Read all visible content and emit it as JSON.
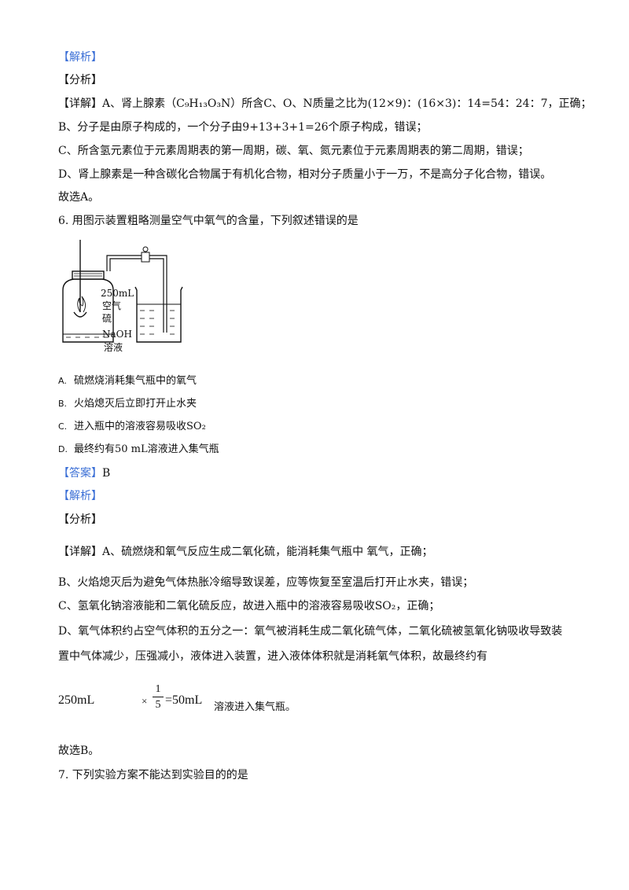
{
  "block1": {
    "jiexi": "【解析】",
    "fenxi": "【分析】",
    "xiangjie_tag": "【详解】",
    "line_a": "A、肾上腺素（C₉H₁₃O₃N）所含C、O、N质量之比为(12×9)：(16×3)：14=54：24：7，正确；",
    "line_b": "B、分子是由原子构成的，一个分子由9+13+3+1=26个原子构成，错误；",
    "line_c": "C、所含氢元素位于元素周期表的第一周期，碳、氧、氮元素位于元素周期表的第二周期，错误；",
    "line_d": "D、肾上腺素是一种含碳化合物属于有机化合物，相对分子质量小于一万，不是高分子化合物，错误。",
    "conclusion": "故选A。"
  },
  "question6": {
    "stem": "6. 用图示装置粗略测量空气中氧气的含量，下列叙述错误的是",
    "figure_labels": {
      "volume": "250mL",
      "air": "空气",
      "sulfur": "硫",
      "naoh": "NaOH",
      "solution": "溶液"
    },
    "options": [
      {
        "letter": "A.",
        "text": "硫燃烧消耗集气瓶中的氧气"
      },
      {
        "letter": "B.",
        "text": "火焰熄灭后立即打开止水夹"
      },
      {
        "letter": "C.",
        "text": "进入瓶中的溶液容易吸收SO₂"
      },
      {
        "letter": "D.",
        "text": "最终约有50 mL溶液进入集气瓶"
      }
    ],
    "answer_tag": "【答案】",
    "answer_value": "B",
    "jiexi": "【解析】",
    "fenxi": "【分析】",
    "xiangjie_tag": "【详解】",
    "line_a": "A、硫燃烧和氧气反应生成二氧化硫，能消耗集气瓶中   氧气，正确；",
    "line_b": "B、火焰熄灭后为避免气体热胀冷缩导致误差，应等恢复至室温后打开止水夹，错误；",
    "line_c": "C、氢氧化钠溶液能和二氧化硫反应，故进入瓶中的溶液容易吸收SO₂，正确；",
    "line_d1": "D、氧气体积约占空气体积的五分之一：氧气被消耗生成二氧化硫气体，二氧化硫被氢氧化钠吸收导致装",
    "line_d2": "置中气体减少，压强减小，液体进入装置，进入液体体积就是消耗氧气体积，故最终约有",
    "formula": {
      "left": "250mL",
      "times": "×",
      "numerator": "1",
      "denominator": "5",
      "result": "=50mL",
      "tail": "溶液进入集气瓶。"
    },
    "conclusion": "故选B。"
  },
  "question7": {
    "stem": "7.  下列实验方案不能达到实验目的的是"
  }
}
